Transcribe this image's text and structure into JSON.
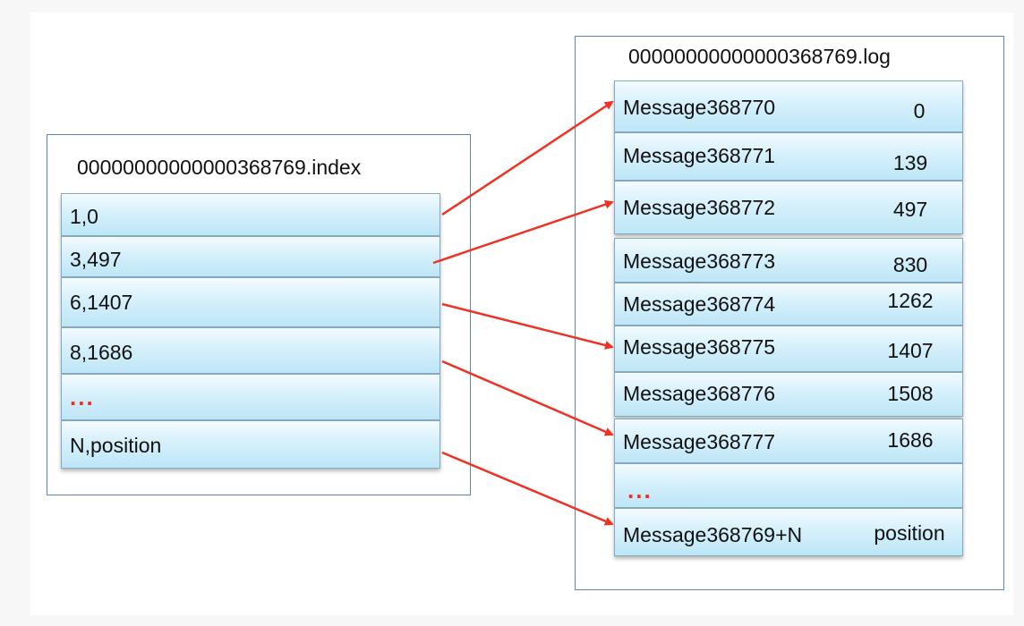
{
  "index_file": {
    "title": "00000000000000368769.index",
    "entries": [
      {
        "text": "1,0"
      },
      {
        "text": "3,497"
      },
      {
        "text": "6,1407"
      },
      {
        "text": "8,1686"
      },
      {
        "text": "...",
        "ellipsis": true
      },
      {
        "text": "N,position"
      }
    ]
  },
  "log_file": {
    "title": "00000000000000368769.log",
    "entries": [
      {
        "message": "Message368770",
        "position": "0"
      },
      {
        "message": "Message368771",
        "position": "139"
      },
      {
        "message": "Message368772",
        "position": "497"
      },
      {
        "message": "Message368773",
        "position": "830"
      },
      {
        "message": "Message368774",
        "position": "1262"
      },
      {
        "message": "Message368775",
        "position": "1407"
      },
      {
        "message": "Message368776",
        "position": "1508"
      },
      {
        "message": "Message368777",
        "position": "1686"
      },
      {
        "message": "...",
        "position": "",
        "ellipsis": true
      },
      {
        "message": "Message368769+N",
        "position": "position"
      }
    ]
  },
  "pointers": [
    {
      "from_index_entry": 0,
      "to_log_entry": 0
    },
    {
      "from_index_entry": 1,
      "to_log_entry": 2
    },
    {
      "from_index_entry": 2,
      "to_log_entry": 5
    },
    {
      "from_index_entry": 3,
      "to_log_entry": 7
    },
    {
      "from_index_entry": 5,
      "to_log_entry": 9
    }
  ],
  "colors": {
    "arrow": "#ee3224",
    "ellipsis": "#ff2a1a",
    "box_border": "#5a86b8",
    "row_fill": "#cdeefa"
  }
}
